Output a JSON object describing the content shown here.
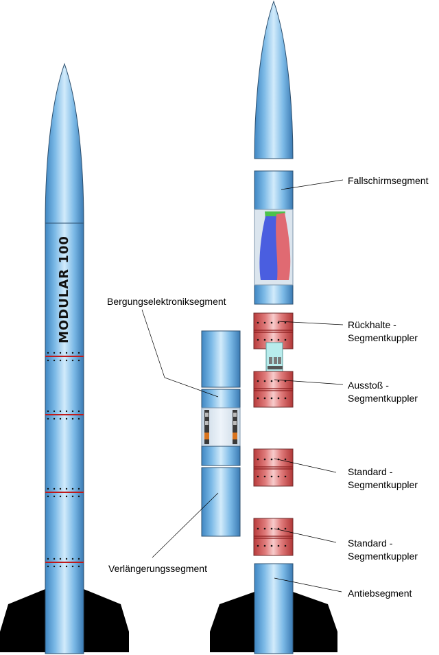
{
  "rocket_name": "MODULAR 100",
  "labels": {
    "parachute_segment": "Fallschirmsegment",
    "recovery_electronics_segment": "Bergungselektroniksegment",
    "retention_coupler_line1": "Rückhalte -",
    "retention_coupler_line2": "Segmentkuppler",
    "ejection_coupler_line1": "Ausstoß -",
    "ejection_coupler_line2": "Segmentkuppler",
    "standard_coupler_1_line1": "Standard -",
    "standard_coupler_1_line2": "Segmentkuppler",
    "standard_coupler_2_line1": "Standard -",
    "standard_coupler_2_line2": "Segmentkuppler",
    "extension_segment": "Verlängerungssegment",
    "drive_segment": "Antiebsegment"
  },
  "colors": {
    "tube_blue": "#5b9fd4",
    "tube_light": "#c9e4f7",
    "coupler_red": "#c94a4a",
    "coupler_light": "#f4bcbc",
    "fin_black": "#000000",
    "chute_green": "#4cc24c",
    "chute_blue": "#4a5ee0",
    "chute_red": "#e06a72"
  }
}
